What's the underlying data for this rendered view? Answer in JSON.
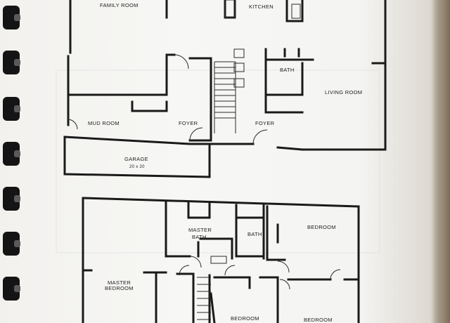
{
  "upper_floor_labels": {
    "family_room": "FAMILY ROOM",
    "kitchen": "KITCHEN",
    "bath": "BATH",
    "living_room": "LIVING ROOM",
    "mud_room": "MUD ROOM",
    "foyer_left": "FOYER",
    "foyer_right": "FOYER",
    "garage": "GARAGE",
    "garage_size": "20 x 20"
  },
  "lower_floor_labels": {
    "master_bath_line1": "MASTER",
    "master_bath_line2": "BATH",
    "bath": "BATH",
    "bedroom_top_right": "BEDROOM",
    "master_bedroom_line1": "MASTER",
    "master_bedroom_line2": "BEDROOM",
    "bedroom_bottom_middle": "BEDROOM",
    "bedroom_bottom_right": "BEDROOM"
  },
  "colors": {
    "ink": "#1a1a1a",
    "paper": "#f5f5f3",
    "binder_ring": "#141414"
  }
}
